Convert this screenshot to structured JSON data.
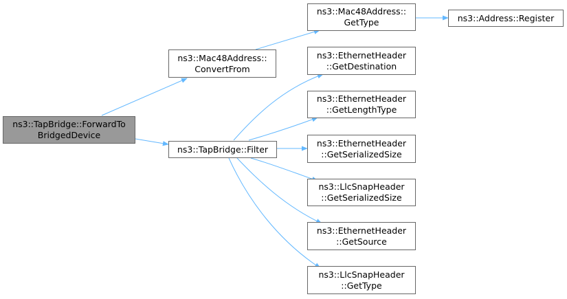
{
  "nodes": {
    "forward": {
      "line1": "ns3::TapBridge::ForwardTo",
      "line2": "BridgedDevice"
    },
    "convert_from": {
      "line1": "ns3::Mac48Address::",
      "line2": "ConvertFrom"
    },
    "filter": {
      "line1": "ns3::TapBridge::Filter"
    },
    "get_type_mac": {
      "line1": "ns3::Mac48Address::",
      "line2": "GetType"
    },
    "address_register": {
      "line1": "ns3::Address::Register"
    },
    "eth_get_destination": {
      "line1": "ns3::EthernetHeader",
      "line2": "::GetDestination"
    },
    "eth_get_length_type": {
      "line1": "ns3::EthernetHeader",
      "line2": "::GetLengthType"
    },
    "eth_get_serialized_size": {
      "line1": "ns3::EthernetHeader",
      "line2": "::GetSerializedSize"
    },
    "llc_get_serialized_size": {
      "line1": "ns3::LlcSnapHeader",
      "line2": "::GetSerializedSize"
    },
    "eth_get_source": {
      "line1": "ns3::EthernetHeader",
      "line2": "::GetSource"
    },
    "llc_get_type": {
      "line1": "ns3::LlcSnapHeader",
      "line2": "::GetType"
    }
  },
  "colors": {
    "edge": "#63b8ff",
    "root_fill": "#999999",
    "border": "#666666"
  }
}
